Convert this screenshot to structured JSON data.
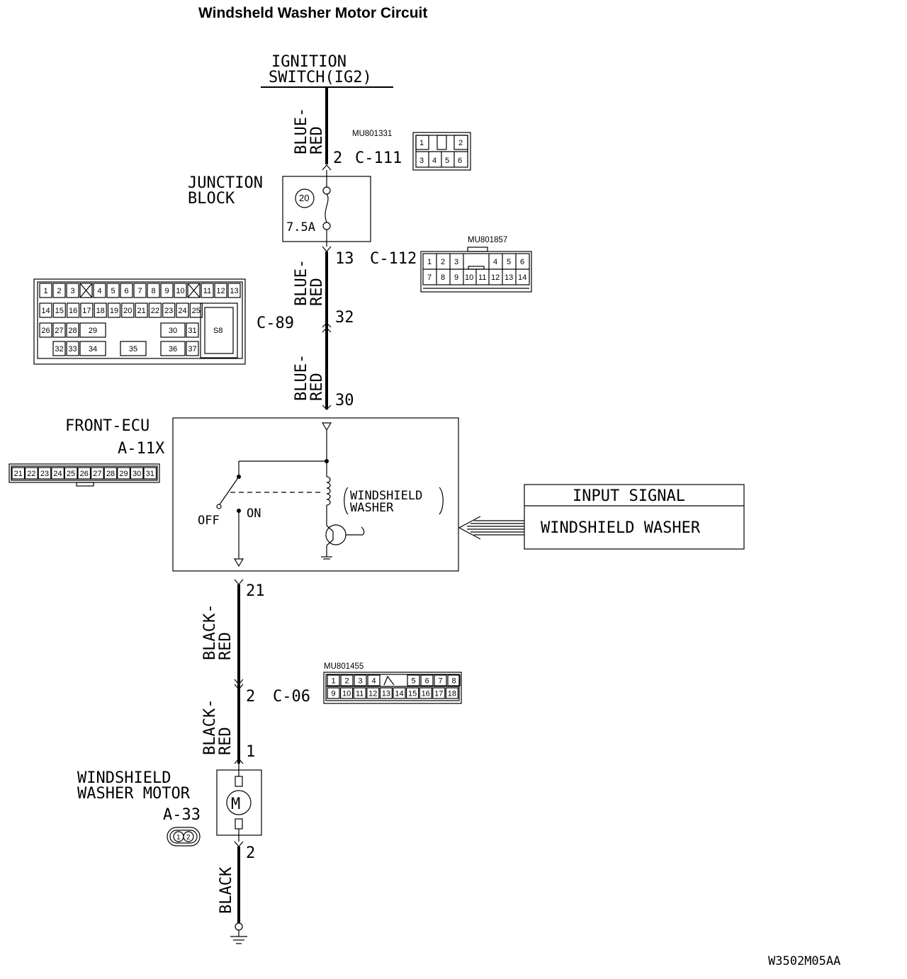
{
  "title": "Windsheld Washer Motor Circuit",
  "ignition_switch": {
    "line1": "IGNITION",
    "line2": "SWITCH(IG2)"
  },
  "wire_colors": {
    "blue": "BLUE-",
    "red": "RED",
    "black_dash": "BLACK-",
    "black": "BLACK"
  },
  "connectors": {
    "c111": {
      "pin": "2",
      "name": "C-111",
      "part": "MU801331",
      "pins_top": [
        "1",
        "2"
      ],
      "pins_bottom": [
        "3",
        "4",
        "5",
        "6"
      ]
    },
    "c112": {
      "pin": "13",
      "name": "C-112",
      "part": "MU801857",
      "pins_top": [
        "1",
        "2",
        "3",
        "4",
        "5",
        "6"
      ],
      "pins_bottom": [
        "7",
        "8",
        "9",
        "10",
        "11",
        "12",
        "13",
        "14"
      ]
    },
    "c89": {
      "pin": "32",
      "name": "C-89",
      "row1": [
        "1",
        "2",
        "3",
        "4",
        "5",
        "6",
        "7",
        "8",
        "9",
        "10",
        "11",
        "12",
        "13"
      ],
      "row2": [
        "14",
        "15",
        "16",
        "17",
        "18",
        "19",
        "20",
        "21",
        "22",
        "23",
        "24",
        "25"
      ],
      "row3": [
        "26",
        "27",
        "28",
        "29",
        "30",
        "31"
      ],
      "row4": [
        "32",
        "33",
        "34",
        "35",
        "36",
        "37"
      ],
      "special": "S8"
    },
    "a11x": {
      "name": "A-11X",
      "pins": [
        "21",
        "22",
        "23",
        "24",
        "25",
        "26",
        "27",
        "28",
        "29",
        "30",
        "31"
      ]
    },
    "c06": {
      "pin": "2",
      "name": "C-06",
      "part": "MU801455",
      "pins_top": [
        "1",
        "2",
        "3",
        "4",
        "5",
        "6",
        "7",
        "8"
      ],
      "pins_bottom": [
        "9",
        "10",
        "11",
        "12",
        "13",
        "14",
        "15",
        "16",
        "17",
        "18"
      ]
    },
    "a33": {
      "name": "A-33",
      "pins": [
        "1",
        "2"
      ]
    }
  },
  "junction_block": {
    "line1": "JUNCTION",
    "line2": "BLOCK",
    "fuse_number": "20",
    "fuse_rating": "7.5A"
  },
  "front_ecu": {
    "line1": "FRONT-ECU",
    "pin_in": "30",
    "pin_out": "21",
    "switch_off": "OFF",
    "switch_on": "ON",
    "relay_line1": "WINDSHIELD",
    "relay_line2": "WASHER"
  },
  "input_signal": {
    "header": "INPUT SIGNAL",
    "body": "WINDSHIELD WASHER"
  },
  "motor": {
    "line1": "WINDSHIELD",
    "line2": "WASHER MOTOR",
    "symbol": "M",
    "pin_top": "1",
    "pin_bottom": "2"
  },
  "figure_code": "W3502M05AA"
}
